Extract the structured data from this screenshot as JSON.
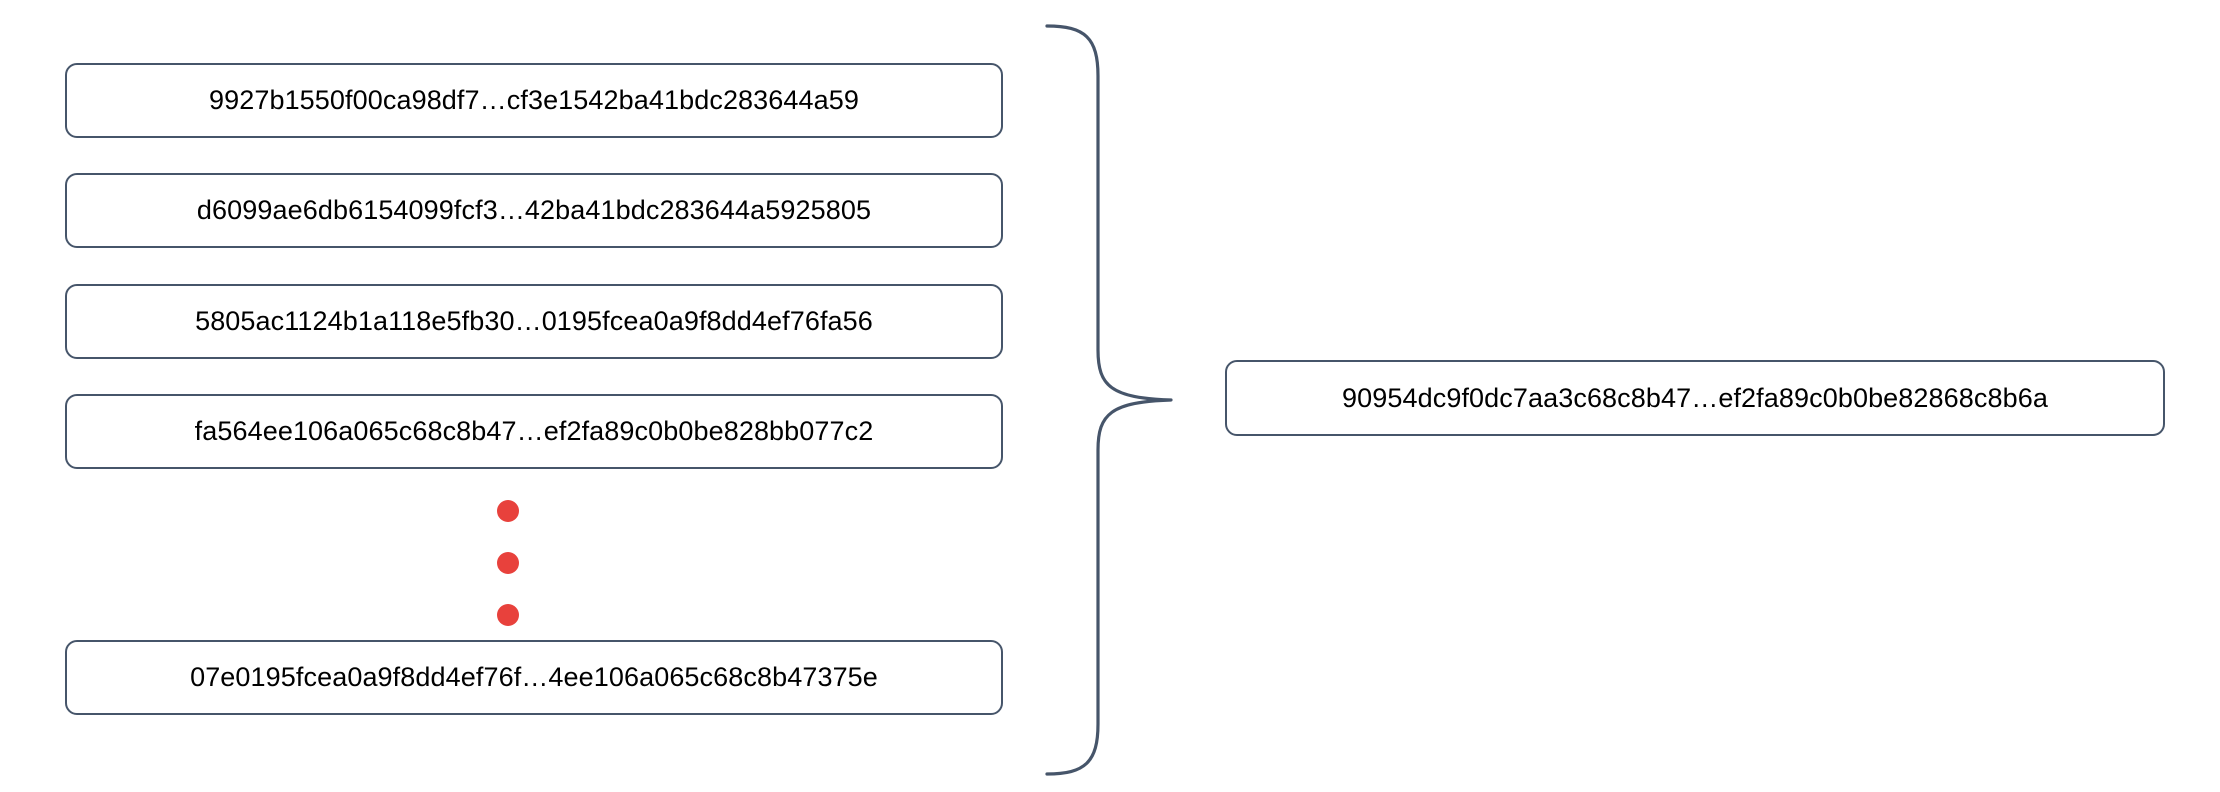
{
  "diagram": {
    "title": "Hash aggregation brace diagram",
    "colors": {
      "box_border": "#46556a",
      "dot_red": "#e8413c",
      "brace_stroke": "#46556a",
      "text": "#000000",
      "background": "#ffffff"
    },
    "inputs": {
      "label": "input-hash-list",
      "items": [
        {
          "value": "9927b1550f00ca98df7…cf3e1542ba41bdc283644a59"
        },
        {
          "value": "d6099ae6db6154099fcf3…42ba41bdc283644a5925805"
        },
        {
          "value": "5805ac1124b1a118e5fb30…0195fcea0a9f8dd4ef76fa56"
        },
        {
          "value": "fa564ee106a065c68c8b47…ef2fa89c0b0be828bb077c2"
        },
        {
          "value": "07e0195fcea0a9f8dd4ef76f…4ee106a065c68c8b47375e"
        }
      ]
    },
    "ellipsis": {
      "label": "vertical-ellipsis",
      "glyph": "●",
      "count": 3
    },
    "brace": {
      "label": "grouping-brace",
      "direction": "right"
    },
    "output": {
      "label": "aggregated-hash",
      "value": "90954dc9f0dc7aa3c68c8b47…ef2fa89c0b0be82868c8b6a"
    }
  }
}
